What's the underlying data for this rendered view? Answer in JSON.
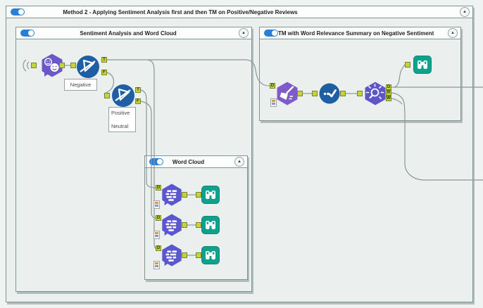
{
  "containers": {
    "outer": {
      "title": "Method 2 - Applying Sentiment Analysis first and then TM on Positive/Negative Reviews",
      "toggle_on": true
    },
    "sentiment": {
      "title": "Sentiment Analysis and Word Cloud",
      "toggle_on": true
    },
    "tm": {
      "title": "TM with Word Relevance Summary on Negative Sentiment",
      "toggle_on": true
    },
    "wordcloud": {
      "title": "Word Cloud",
      "toggle_on": true
    }
  },
  "annotations": {
    "negative": "Negative",
    "positive": "Positive",
    "neutral": "Neutral"
  },
  "anchor_letters": {
    "T": "T",
    "F": "F",
    "D": "D",
    "R": "R",
    "W": "W"
  },
  "colors": {
    "canvas_bg": "#eff3f2",
    "container_bg": "#ebf0ef",
    "container_border": "#7e9594",
    "header_bg": "#fcfdfd",
    "toggle_blue": "#2a7fd2",
    "anchor_green": "#c6d340",
    "wire_gray": "#8b9696",
    "hex_purple_sentiment": "#6b57c8",
    "hex_purple_wordcloud": "#5a57cf",
    "hex_purple_preprocess": "#7e5bc9",
    "hex_purple_topic": "#5e55c9",
    "circle_blue": "#1d5fa2",
    "browse_teal": "#10a18c"
  }
}
